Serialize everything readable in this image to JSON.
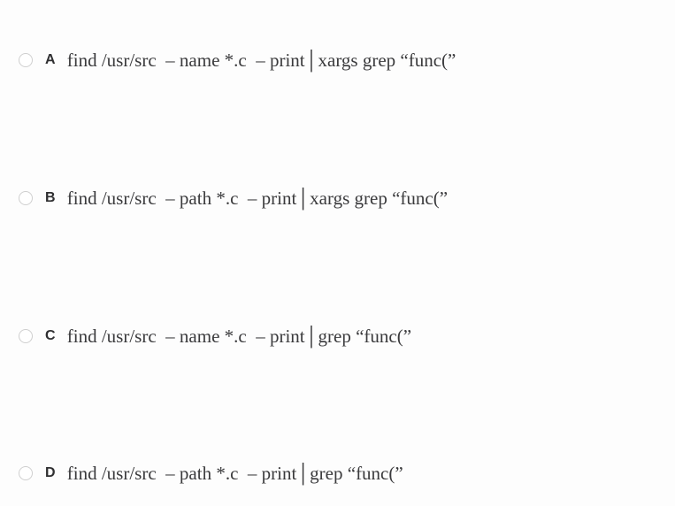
{
  "question": {
    "type": "multiple-choice",
    "options": [
      {
        "id": "A",
        "letter": "A",
        "text": "find /usr/src  – name *.c  – print│xargs grep “func(”",
        "selected": false
      },
      {
        "id": "B",
        "letter": "B",
        "text": "find /usr/src  – path *.c  – print│xargs grep “func(”",
        "selected": false
      },
      {
        "id": "C",
        "letter": "C",
        "text": "find /usr/src  – name *.c  – print│grep “func(”",
        "selected": false
      },
      {
        "id": "D",
        "letter": "D",
        "text": "find /usr/src  – path *.c  – print│grep “func(”",
        "selected": false
      }
    ]
  },
  "colors": {
    "background": "#fdfdfd",
    "text": "#3a3a3c",
    "letter": "#2f2f31",
    "radio_border": "#cfcfcf"
  }
}
